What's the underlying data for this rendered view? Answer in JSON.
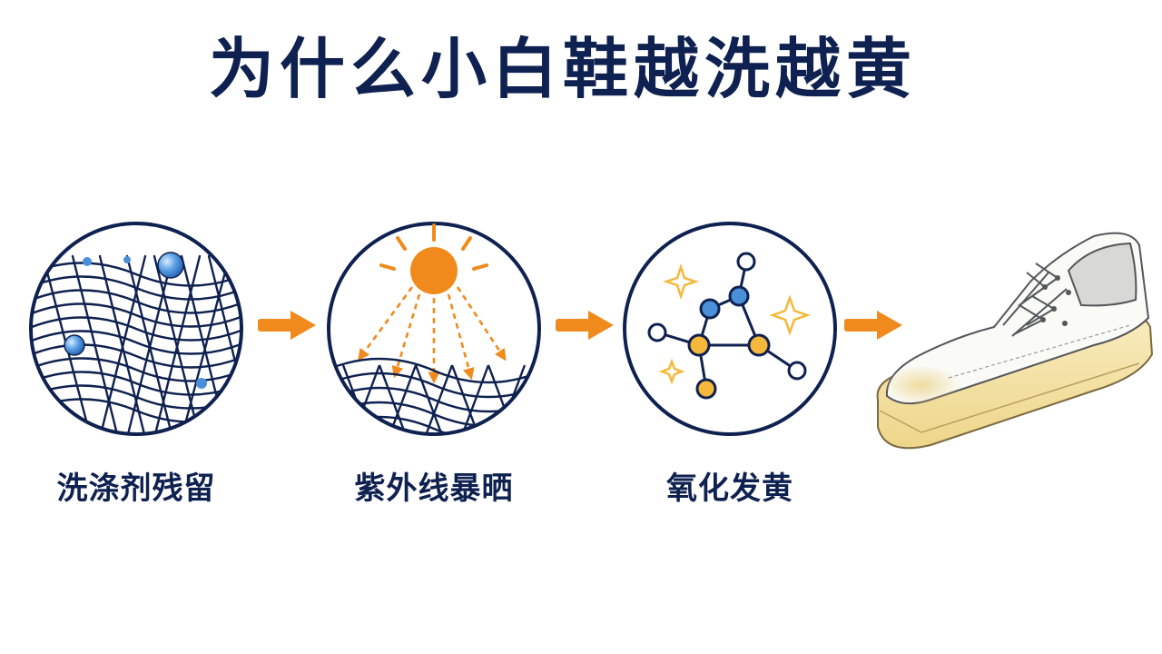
{
  "title": "为什么小白鞋越洗越黄",
  "steps": [
    {
      "label": "洗涤剂残留",
      "icon": "fabric-with-bubbles-icon"
    },
    {
      "label": "紫外线暴晒",
      "icon": "sun-rays-icon"
    },
    {
      "label": "氧化发黄",
      "icon": "molecule-oxidation-icon"
    }
  ],
  "result": {
    "icon": "yellowed-sneaker-icon"
  },
  "colors": {
    "navy": "#0f2150",
    "orange": "#f08a1c",
    "blue": "#4a90d9",
    "yellow": "#f5b83a",
    "sole": "#f4e2a0"
  }
}
